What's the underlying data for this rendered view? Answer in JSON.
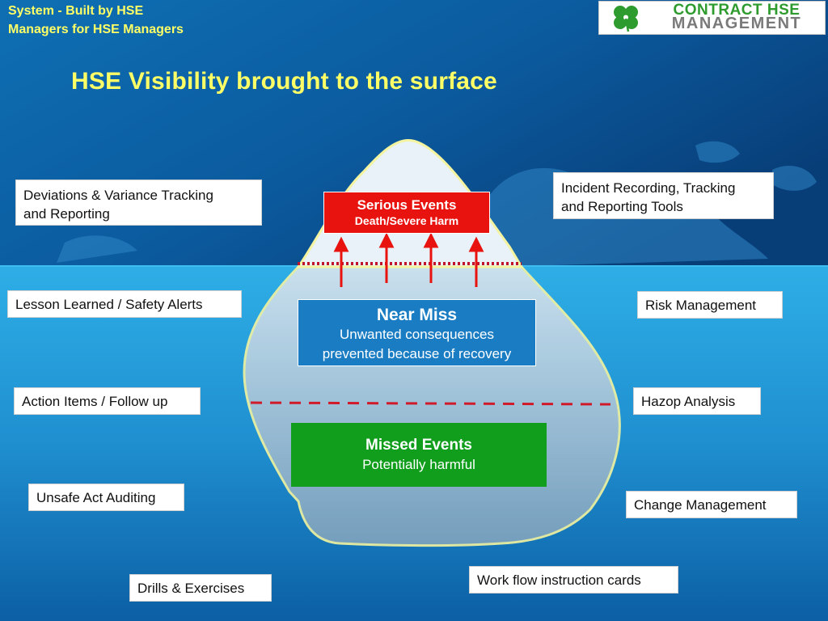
{
  "header": {
    "line1": "System - Built by HSE",
    "line2": "Managers for HSE Managers"
  },
  "title": "HSE Visibility brought to the surface",
  "logo": {
    "line1": "CONTRACT HSE",
    "line2": "MANAGEMENT",
    "icon": "clover-icon"
  },
  "iceberg": {
    "serious": {
      "title": "Serious Events",
      "subtitle": "Death/Severe Harm"
    },
    "near_miss": {
      "title": "Near Miss",
      "line1": "Unwanted consequences",
      "line2": "prevented because of recovery"
    },
    "missed": {
      "title": "Missed Events",
      "subtitle": "Potentially harmful"
    }
  },
  "features_left": [
    {
      "line1": "Deviations & Variance Tracking",
      "line2": "and Reporting"
    },
    {
      "line1": "Lesson Learned / Safety Alerts"
    },
    {
      "line1": "Action Items / Follow up"
    },
    {
      "line1": "Unsafe Act Auditing"
    },
    {
      "line1": "Drills & Exercises"
    }
  ],
  "features_right": [
    {
      "line1": "Incident Recording, Tracking",
      "line2": "and Reporting Tools"
    },
    {
      "line1": "Risk Management"
    },
    {
      "line1": "Hazop Analysis"
    },
    {
      "line1": "Change Management"
    },
    {
      "line1": "Work flow instruction cards"
    }
  ],
  "colors": {
    "sky_top": "#0a4a86",
    "water": "#2aa6e0",
    "title_yellow": "#FFFF66",
    "serious_red": "#e8120e",
    "near_miss_blue": "#1a7dc3",
    "missed_green": "#109e1c",
    "arrow_red": "#e8120e",
    "dotted_line": "#c0142a",
    "dashed_line": "#d01a2a",
    "iceberg_outline": "#f4f4a0"
  }
}
